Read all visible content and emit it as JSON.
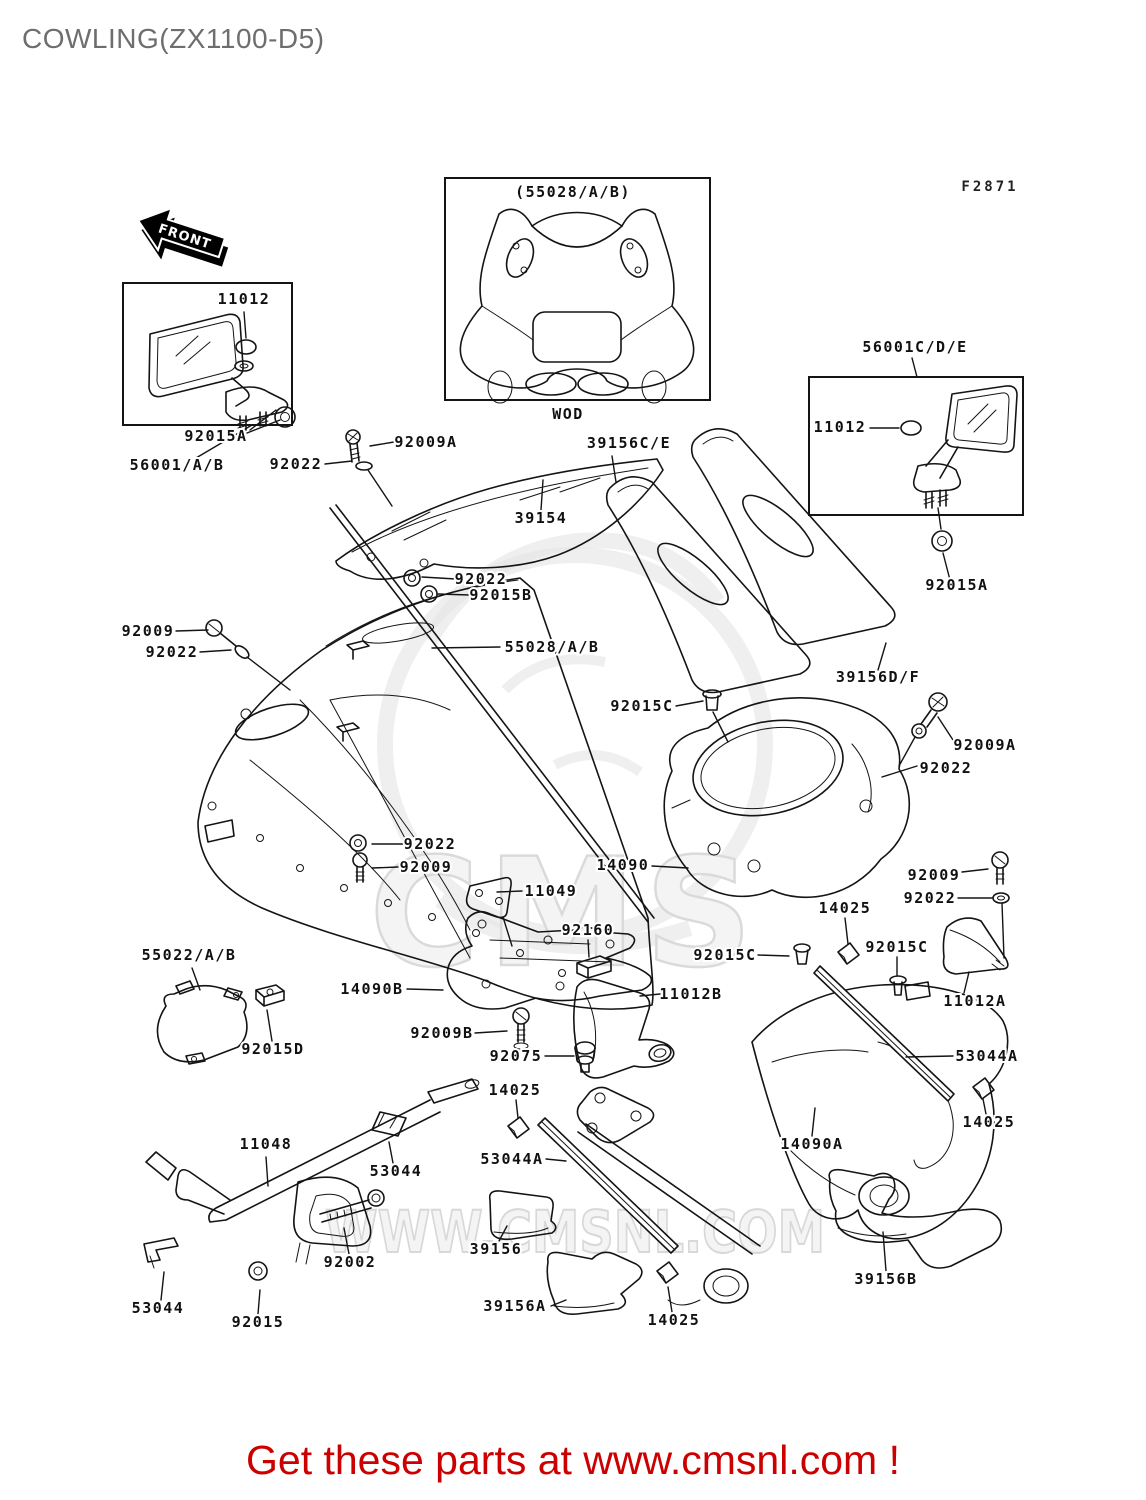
{
  "page": {
    "title": "COWLING(ZX1100-D5)",
    "figure_code": "F2871",
    "banner": "Get these parts at www.cmsnl.com !"
  },
  "front_arrow": {
    "label": "FRONT"
  },
  "watermark": {
    "brand": "CMS",
    "url": "WWW.CMSNL.COM"
  },
  "boxes": {
    "top": {
      "title": "(55028/A/B)",
      "caption": "WOD"
    }
  },
  "labels": {
    "l01": "11012",
    "l02": "92015A",
    "l03": "56001/A/B",
    "l04": "92022",
    "l05": "92009A",
    "l06": "39154",
    "l07": "39156C/E",
    "l08": "56001C/D/E",
    "l09": "11012",
    "l10": "92015A",
    "l11": "92022",
    "l12": "92015B",
    "l13": "92009",
    "l14": "92022",
    "l15": "55028/A/B",
    "l16": "39156D/F",
    "l17": "92015C",
    "l18": "92009A",
    "l19": "92022",
    "l20": "92022",
    "l21": "92009",
    "l22": "11049",
    "l23": "14090",
    "l24": "92009",
    "l25": "92022",
    "l26": "14025",
    "l27": "92160",
    "l28": "92015C",
    "l29": "92015C",
    "l30": "55022/A/B",
    "l31": "14090B",
    "l32": "11012B",
    "l33": "11012A",
    "l34": "92015D",
    "l35": "92009B",
    "l36": "92075",
    "l37": "53044A",
    "l38": "14025",
    "l39": "14025",
    "l40": "11048",
    "l41": "53044",
    "l42": "53044A",
    "l43": "14090A",
    "l44": "39156",
    "l45": "92002",
    "l46": "39156A",
    "l47": "39156B",
    "l48": "53044",
    "l49": "92015",
    "l50": "14025"
  }
}
